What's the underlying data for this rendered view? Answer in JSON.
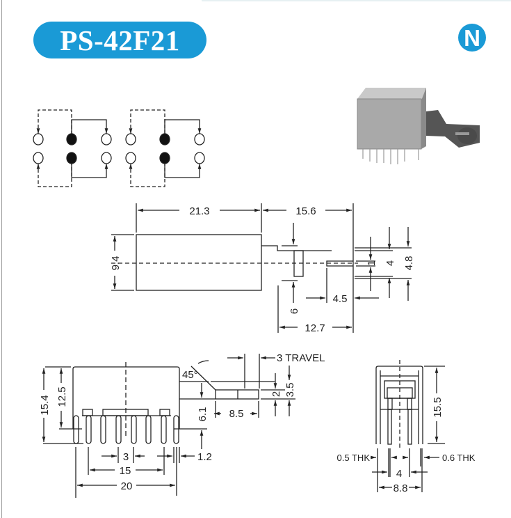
{
  "header": {
    "model": "PS-42F21",
    "logo_letter": "N",
    "brand_color": "#1a9ad6"
  },
  "top_view": {
    "length_body": "21.3",
    "length_actuator": "15.6",
    "height": "9.4",
    "dim_6": "6",
    "dim_1": "1",
    "dim_4": "4",
    "dim_4_8": "4.8",
    "dim_4_5": "4.5",
    "dim_12_7": "12.7"
  },
  "side_view": {
    "height_total": "15.4",
    "height_body": "12.5",
    "angle": "45°",
    "travel": "3 TRAVEL",
    "dim_2": "2",
    "dim_3_5": "3.5",
    "dim_6_1": "6.1",
    "dim_8_5": "8.5",
    "pitch": "3",
    "dim_1_2": "1.2",
    "dim_15": "15",
    "dim_20": "20"
  },
  "end_view": {
    "height": "15.5",
    "thk_left": "0.5 THK",
    "thk_right": "0.6 THK",
    "dim_4": "4",
    "dim_8_8": "8.8"
  }
}
